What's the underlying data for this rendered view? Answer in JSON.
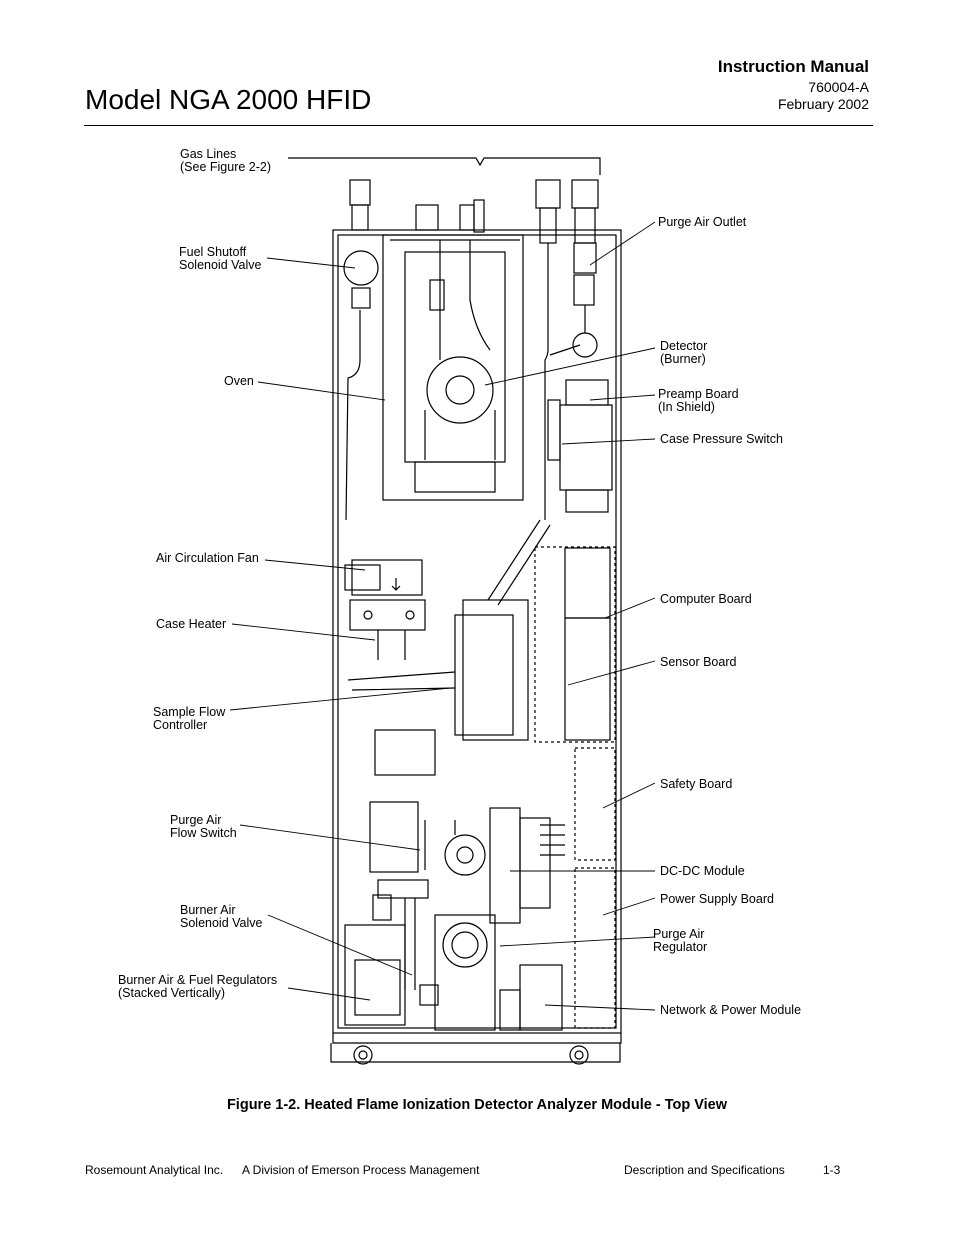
{
  "header": {
    "title": "Model NGA 2000 HFID",
    "manual_label": "Instruction Manual",
    "doc_number": "760004-A",
    "date": "February 2002"
  },
  "figure": {
    "labels": {
      "gas_lines": "Gas Lines\n(See Figure 2-2)",
      "fuel_shutoff": "Fuel Shutoff\nSolenoid Valve",
      "oven": "Oven",
      "air_fan": "Air Circulation Fan",
      "case_heater": "Case Heater",
      "sample_flow": "Sample Flow\nController",
      "purge_flow_switch": "Purge Air\nFlow Switch",
      "burner_air_valve": "Burner Air\nSolenoid Valve",
      "regulators": "Burner Air & Fuel Regulators\n(Stacked Vertically)",
      "purge_outlet": "Purge Air Outlet",
      "detector": "Detector\n(Burner)",
      "preamp": "Preamp Board\n(In Shield)",
      "case_pressure": "Case Pressure Switch",
      "computer_board": "Computer Board",
      "sensor_board": "Sensor Board",
      "safety_board": "Safety Board",
      "dcdc": "DC-DC Module",
      "power_supply": "Power Supply Board",
      "purge_regulator": "Purge Air\nRegulator",
      "network_power": "Network & Power Module"
    },
    "caption": "Figure 1-2.   Heated Flame Ionization Detector Analyzer Module  -  Top View"
  },
  "footer": {
    "company": "Rosemount Analytical Inc.",
    "division": "A Division of Emerson Process Management",
    "section": "Description and Specifications",
    "page": "1-3"
  }
}
